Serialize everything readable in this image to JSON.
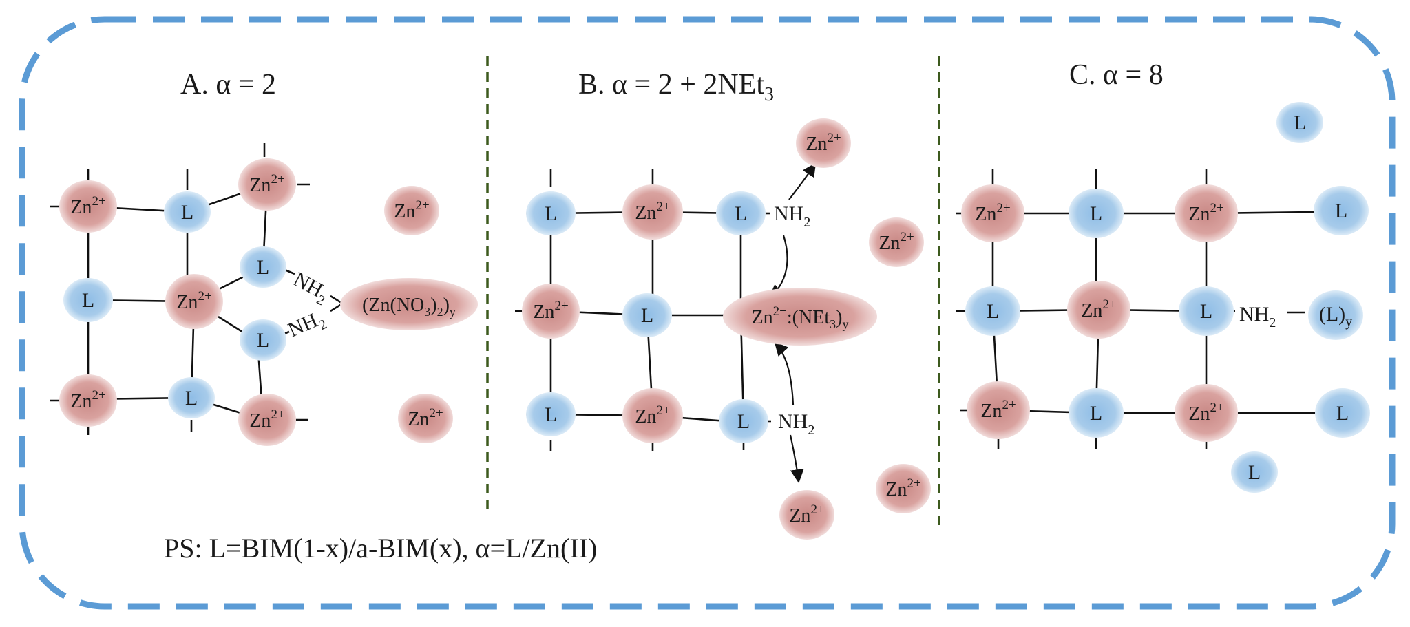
{
  "colors": {
    "border": "#5b9bd5",
    "divider": "#3d5a1e",
    "zinc_fill": "#d9a29f",
    "ligand_fill": "#a7cbea"
  },
  "panels": {
    "a_title": "A. α = 2",
    "b_title_main": "B. α = 2 + 2NEt",
    "b_title_sub": "3",
    "c_title": "C. α = 8"
  },
  "labels": {
    "zn": "Zn",
    "zn_charge": "2+",
    "ligand": "L",
    "nh": "NH",
    "nh_sub": "2",
    "zn_nitrate_prefix": "(Zn(NO",
    "zn_nitrate_sub3": "3",
    "zn_nitrate_close": ")",
    "zn_nitrate_sub2": "2",
    "zn_nitrate_end": ")",
    "sub_y": "y",
    "net3_complex_prefix": ":(NEt",
    "net3_complex_sub": "3",
    "net3_complex_close": ")",
    "l_y_prefix": "(L)",
    "footnote": "PS: L=BIM(1-x)/a-BIM(x), α=L/Zn(II)"
  }
}
